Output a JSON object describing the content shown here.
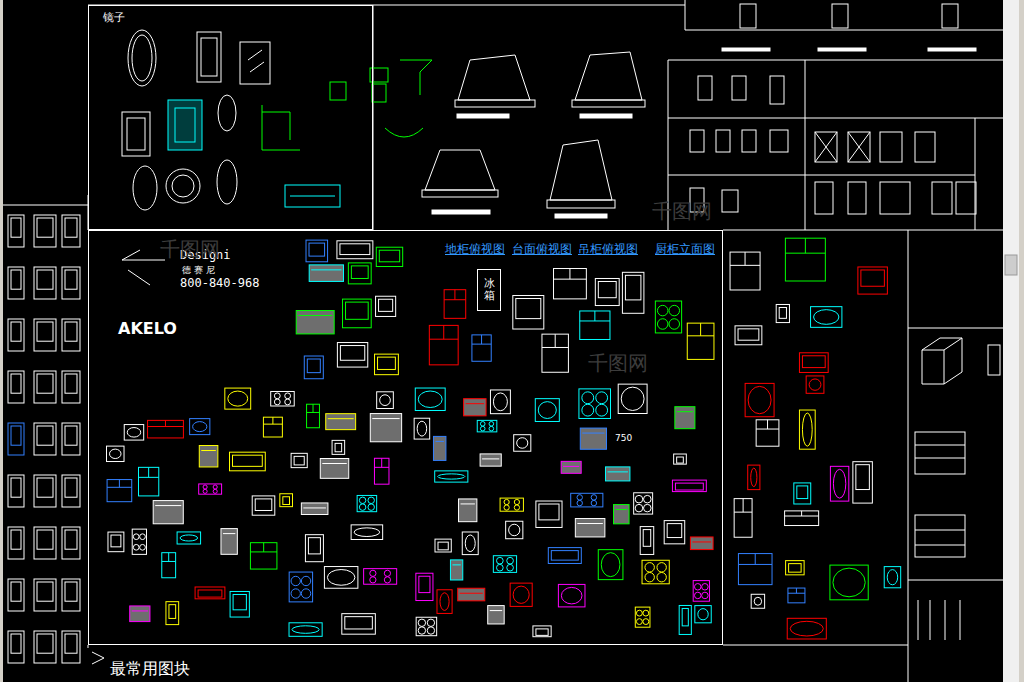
{
  "diagram": {
    "nodes": [
      {
        "text": [
          "镜子"
        ]
      },
      {
        "text": [
          "地柜俯视图",
          "台面俯视图",
          "吊柜俯视图",
          "厨柜立面图"
        ]
      },
      {
        "text": [
          "冰箱"
        ],
        "in": 1
      },
      {
        "text": [
          "最常用图块"
        ]
      }
    ],
    "labels": [
      "Designi",
      "德 赛 尼",
      "800-840-968",
      "AKELO",
      "750",
      "千图网",
      "千图网",
      "千图网"
    ]
  }
}
